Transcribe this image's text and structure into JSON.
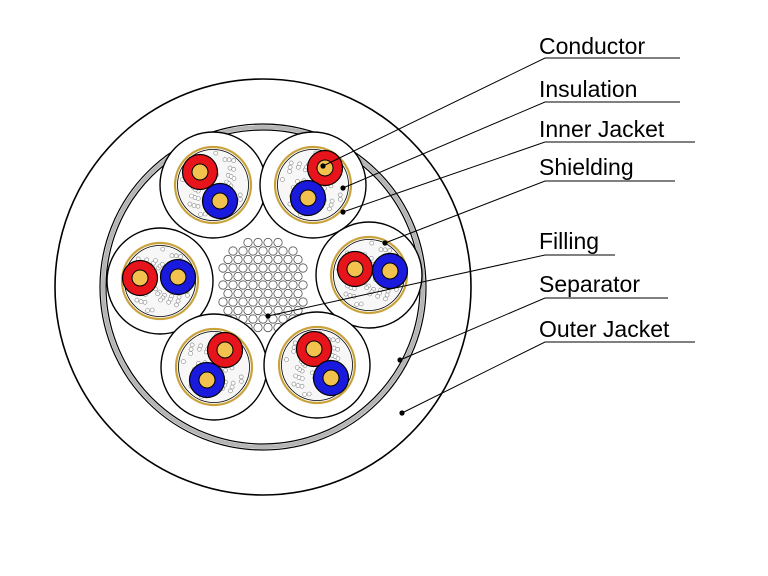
{
  "labels": {
    "conductor": "Conductor",
    "insulation": "Insulation",
    "inner_jacket": "Inner Jacket",
    "shielding": "Shielding",
    "filling": "Filling",
    "separator": "Separator",
    "outer_jacket": "Outer Jacket"
  },
  "colors": {
    "outline": "#000000",
    "separator": "#aaaaaa",
    "copper_core": "#f2c14e",
    "red_insulation": "#e8141b",
    "blue_insulation": "#1a1adf",
    "shield_foil": "#c9a23a",
    "drain_wire": "#888888"
  }
}
